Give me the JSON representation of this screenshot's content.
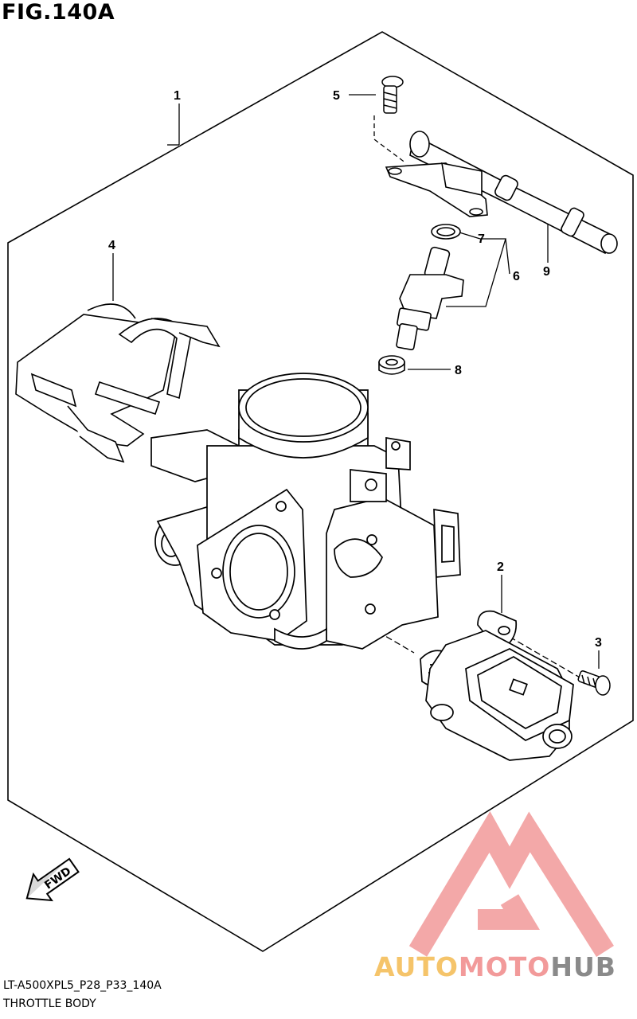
{
  "figure": {
    "title": "FIG.140A",
    "code": "LT-A500XPL5_P28_P33_140A",
    "name": "THROTTLE BODY"
  },
  "callouts": [
    {
      "id": "1",
      "part": "throttle-body-assembly"
    },
    {
      "id": "2",
      "part": "idle-speed-control-valve"
    },
    {
      "id": "3",
      "part": "screw"
    },
    {
      "id": "4",
      "part": "holder"
    },
    {
      "id": "5",
      "part": "screw"
    },
    {
      "id": "6",
      "part": "fuel-injector"
    },
    {
      "id": "7",
      "part": "o-ring"
    },
    {
      "id": "8",
      "part": "cushion"
    },
    {
      "id": "9",
      "part": "fuel-delivery-pipe"
    }
  ],
  "fwd_label": "FWD",
  "watermark": {
    "part1": "AUTO",
    "part2": "MOTO",
    "part3": "HUB",
    "colors": {
      "auto": "#f5c46a",
      "moto": "#f29a9a",
      "hub": "#8a8a8a",
      "logo": "#f29a9a"
    }
  }
}
